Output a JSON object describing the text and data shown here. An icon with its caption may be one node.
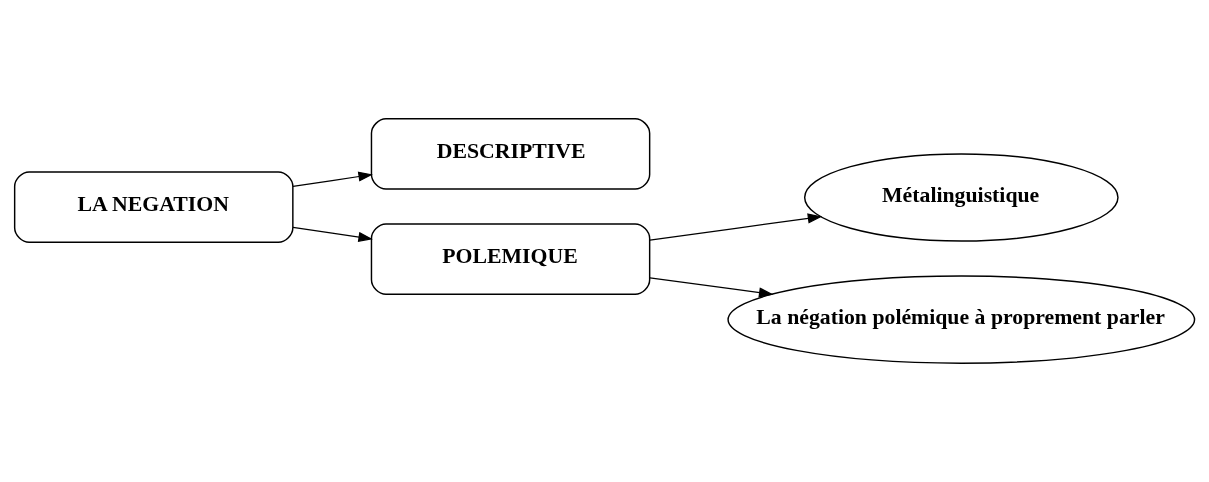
{
  "diagram": {
    "nodes": [
      {
        "text": [
          "LA NEGATION"
        ]
      },
      {
        "text": [
          "DESCRIPTIVE"
        ]
      },
      {
        "text": [
          "POLEMIQUE"
        ]
      },
      {
        "text": [
          "Métalinguistique"
        ]
      },
      {
        "text": [
          "La négation polémique à proprement parler"
        ]
      }
    ],
    "edges": [
      {
        "from": 0,
        "to": 1,
        "arrow": "to"
      },
      {
        "from": 0,
        "to": 2,
        "arrow": "to"
      },
      {
        "from": 2,
        "to": 3,
        "arrow": "to"
      },
      {
        "from": 2,
        "to": 4,
        "arrow": "to"
      }
    ]
  }
}
